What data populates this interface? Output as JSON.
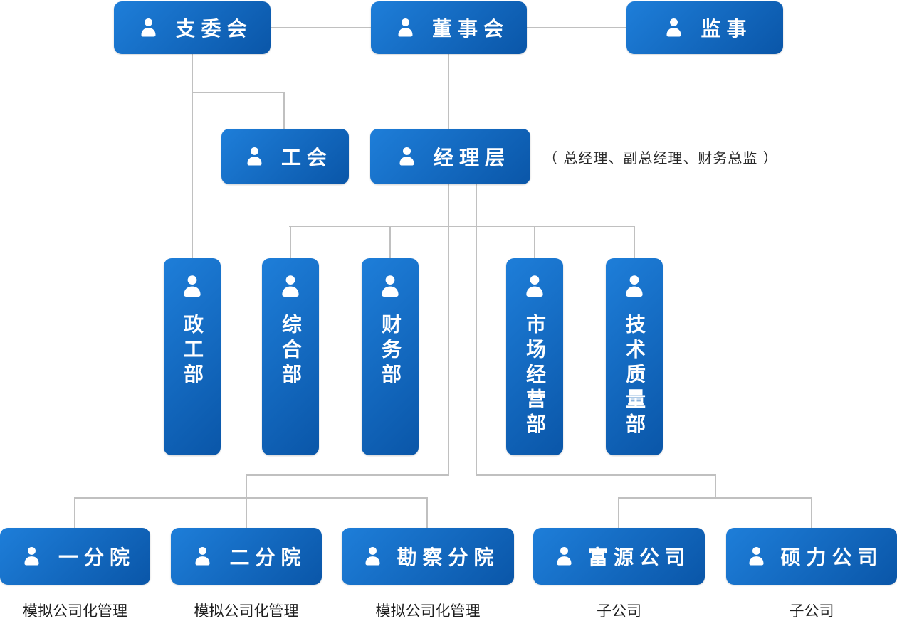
{
  "colors": {
    "box_gradient_start": "#1e7ed9",
    "box_gradient_end": "#0a56a8",
    "connector": "#c0c0c0",
    "label_text": "#ffffff",
    "caption_text": "#1f1f1f"
  },
  "icons": {
    "person": "person-icon"
  },
  "nodes": {
    "zhiweihui": {
      "label": "支委会"
    },
    "dongshihui": {
      "label": "董事会"
    },
    "jianshi": {
      "label": "监事"
    },
    "gonghui": {
      "label": "工会"
    },
    "jinglicceng": {
      "label": "经理层"
    },
    "zhenggongbu": {
      "label": "政工部"
    },
    "zonghebu": {
      "label": "综合部"
    },
    "caiwubu": {
      "label": "财务部"
    },
    "shichangjingyingbu": {
      "label": "市场经营部"
    },
    "jishuzhiliangbu": {
      "label": "技术质量部"
    },
    "yifenyuan": {
      "label": "一分院",
      "caption": "模拟公司化管理"
    },
    "erfenyuan": {
      "label": "二分院",
      "caption": "模拟公司化管理"
    },
    "kanchafenyuan": {
      "label": "勘察分院",
      "caption": "模拟公司化管理"
    },
    "fuyuangongsi": {
      "label": "富源公司",
      "caption": "子公司"
    },
    "shuoligongsi": {
      "label": "硕力公司",
      "caption": "子公司"
    }
  },
  "annotation": "（ 总经理、副总经理、财务总监 ）"
}
